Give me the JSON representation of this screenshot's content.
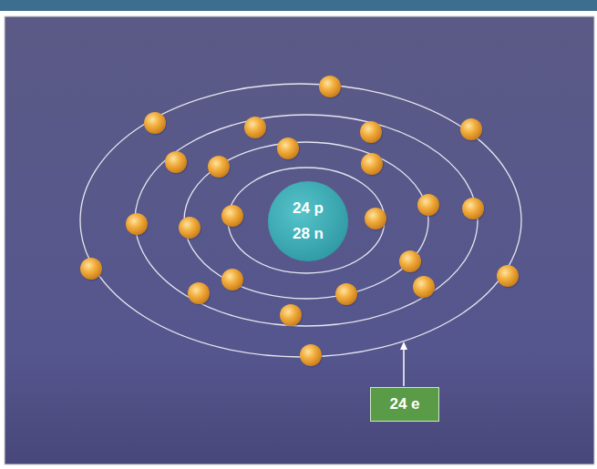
{
  "diagram": {
    "nodes": [
      {
        "text": [
          "24 p",
          "28 n"
        ]
      },
      {
        "text": [
          "24 e"
        ]
      }
    ]
  }
}
